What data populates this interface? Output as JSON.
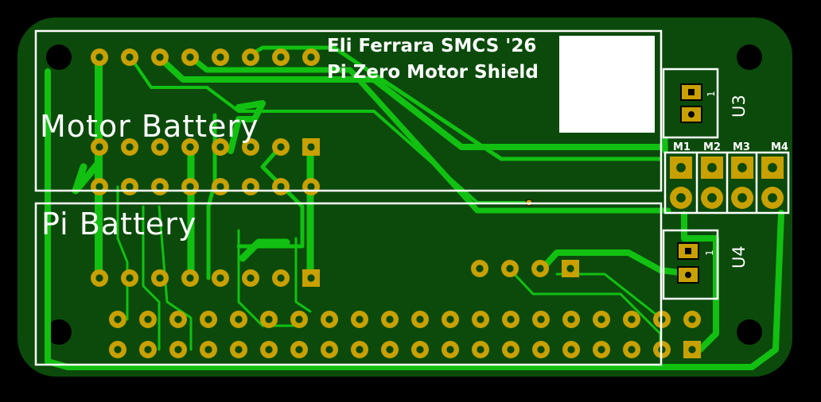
{
  "board": {
    "credit_line": "Eli Ferrara SMCS '26",
    "product_line": "Pi Zero Motor Shield",
    "motor_battery_label": "Motor Battery",
    "pi_battery_label": "Pi Battery",
    "u3_label": "U3",
    "u4_label": "U4",
    "pin1_marker": "1",
    "motor_labels": [
      "M1",
      "M2",
      "M3",
      "M4"
    ],
    "colors": {
      "background": "#000000",
      "substrate": "#0b4a0b",
      "copper": "#12c012",
      "pad": "#c8a000",
      "silkscreen": "#ffffff"
    }
  }
}
